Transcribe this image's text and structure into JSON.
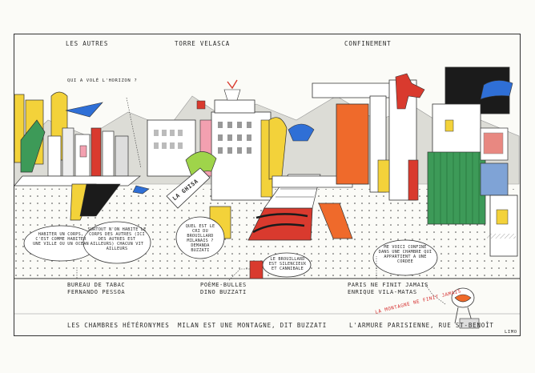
{
  "headings": {
    "left": "LES AUTRES",
    "center": "TORRE VELASCA",
    "right": "CONFINEMENT"
  },
  "question": "QUI A VOLÉ L'HORIZON ?",
  "bubbles": {
    "b1": "HABITER UN CORPS, C'EST COMME HABITER UNE VILLE OU UN OCEAN",
    "b2": "SURTOUT N'ON HABITE LE CORPS DES AUTRES (ICI DES AUTRES EST AILLEURS) CHACUN VIT AILLEURS",
    "b3": "QUEL EST LE CRI DU BROUILLARD MILANAIS ? DEMANDA BUZZATI",
    "b4": "LE BROUILLARD EST SILENCIEUX ET CANNIBALE",
    "b5": "ME VOICI CONFINE DANS UNE CHAMBRE QUI APPARTIENT A UNE CORDEE"
  },
  "sign": "LA GHISA",
  "captions": {
    "c1_line1": "BUREAU DE TABAC",
    "c1_line2": "FERNANDO PESSOA",
    "c2_line1": "POÈME-BULLES",
    "c2_line2": "DINO BUZZATI",
    "c3_line1": "PARIS NE FINIT JAMAIS",
    "c3_line2": "ENRIQUE VILA-MATAS"
  },
  "red_note": "LA MONTAGNE NE FINIT JAMAIS",
  "bottom": {
    "left": "LES CHAMBRES HÉTÉRONYMES",
    "center": "MILAN EST UNE MONTAGNE, DIT BUZZATI",
    "right": "L'ARMURE PARISIENNE, RUE ST-BENOÎT"
  },
  "signature": "LIMO",
  "colors": {
    "yellow": "#f3d23a",
    "red": "#d93a2e",
    "green": "#3d9a58",
    "blue": "#2f6fd6",
    "orange": "#ef6a2b",
    "black": "#1b1b1b"
  }
}
